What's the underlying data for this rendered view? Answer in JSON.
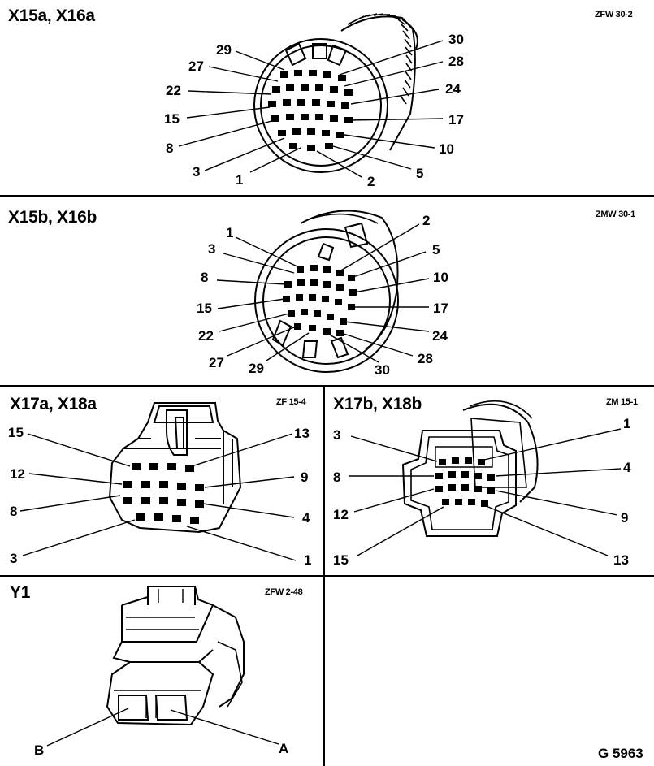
{
  "panels": {
    "p1": {
      "title": "X15a, X16a",
      "code": "ZFW 30-2",
      "pins": {
        "p29": "29",
        "p27": "27",
        "p22": "22",
        "p15": "15",
        "p8": "8",
        "p3": "3",
        "p1": "1",
        "p2": "2",
        "p5": "5",
        "p10": "10",
        "p17": "17",
        "p24": "24",
        "p28": "28",
        "p30": "30"
      }
    },
    "p2": {
      "title": "X15b, X16b",
      "code": "ZMW 30-1",
      "pins": {
        "p1": "1",
        "p3": "3",
        "p8": "8",
        "p15": "15",
        "p22": "22",
        "p27": "27",
        "p29": "29",
        "p2": "2",
        "p5": "5",
        "p10": "10",
        "p17": "17",
        "p24": "24",
        "p28": "28",
        "p30": "30"
      }
    },
    "p3": {
      "title": "X17a, X18a",
      "code": "ZF 15-4",
      "pins": {
        "p15": "15",
        "p12": "12",
        "p8": "8",
        "p3": "3",
        "p13": "13",
        "p9": "9",
        "p4": "4",
        "p1": "1"
      }
    },
    "p4": {
      "title": "X17b, X18b",
      "code": "ZM 15-1",
      "pins": {
        "p3": "3",
        "p8": "8",
        "p12": "12",
        "p15": "15",
        "p1": "1",
        "p4": "4",
        "p9": "9",
        "p13": "13"
      }
    },
    "p5": {
      "title": "Y1",
      "code": "ZFW 2-48",
      "pins": {
        "pB": "B",
        "pA": "A"
      }
    }
  },
  "figure_id": "G 5963"
}
